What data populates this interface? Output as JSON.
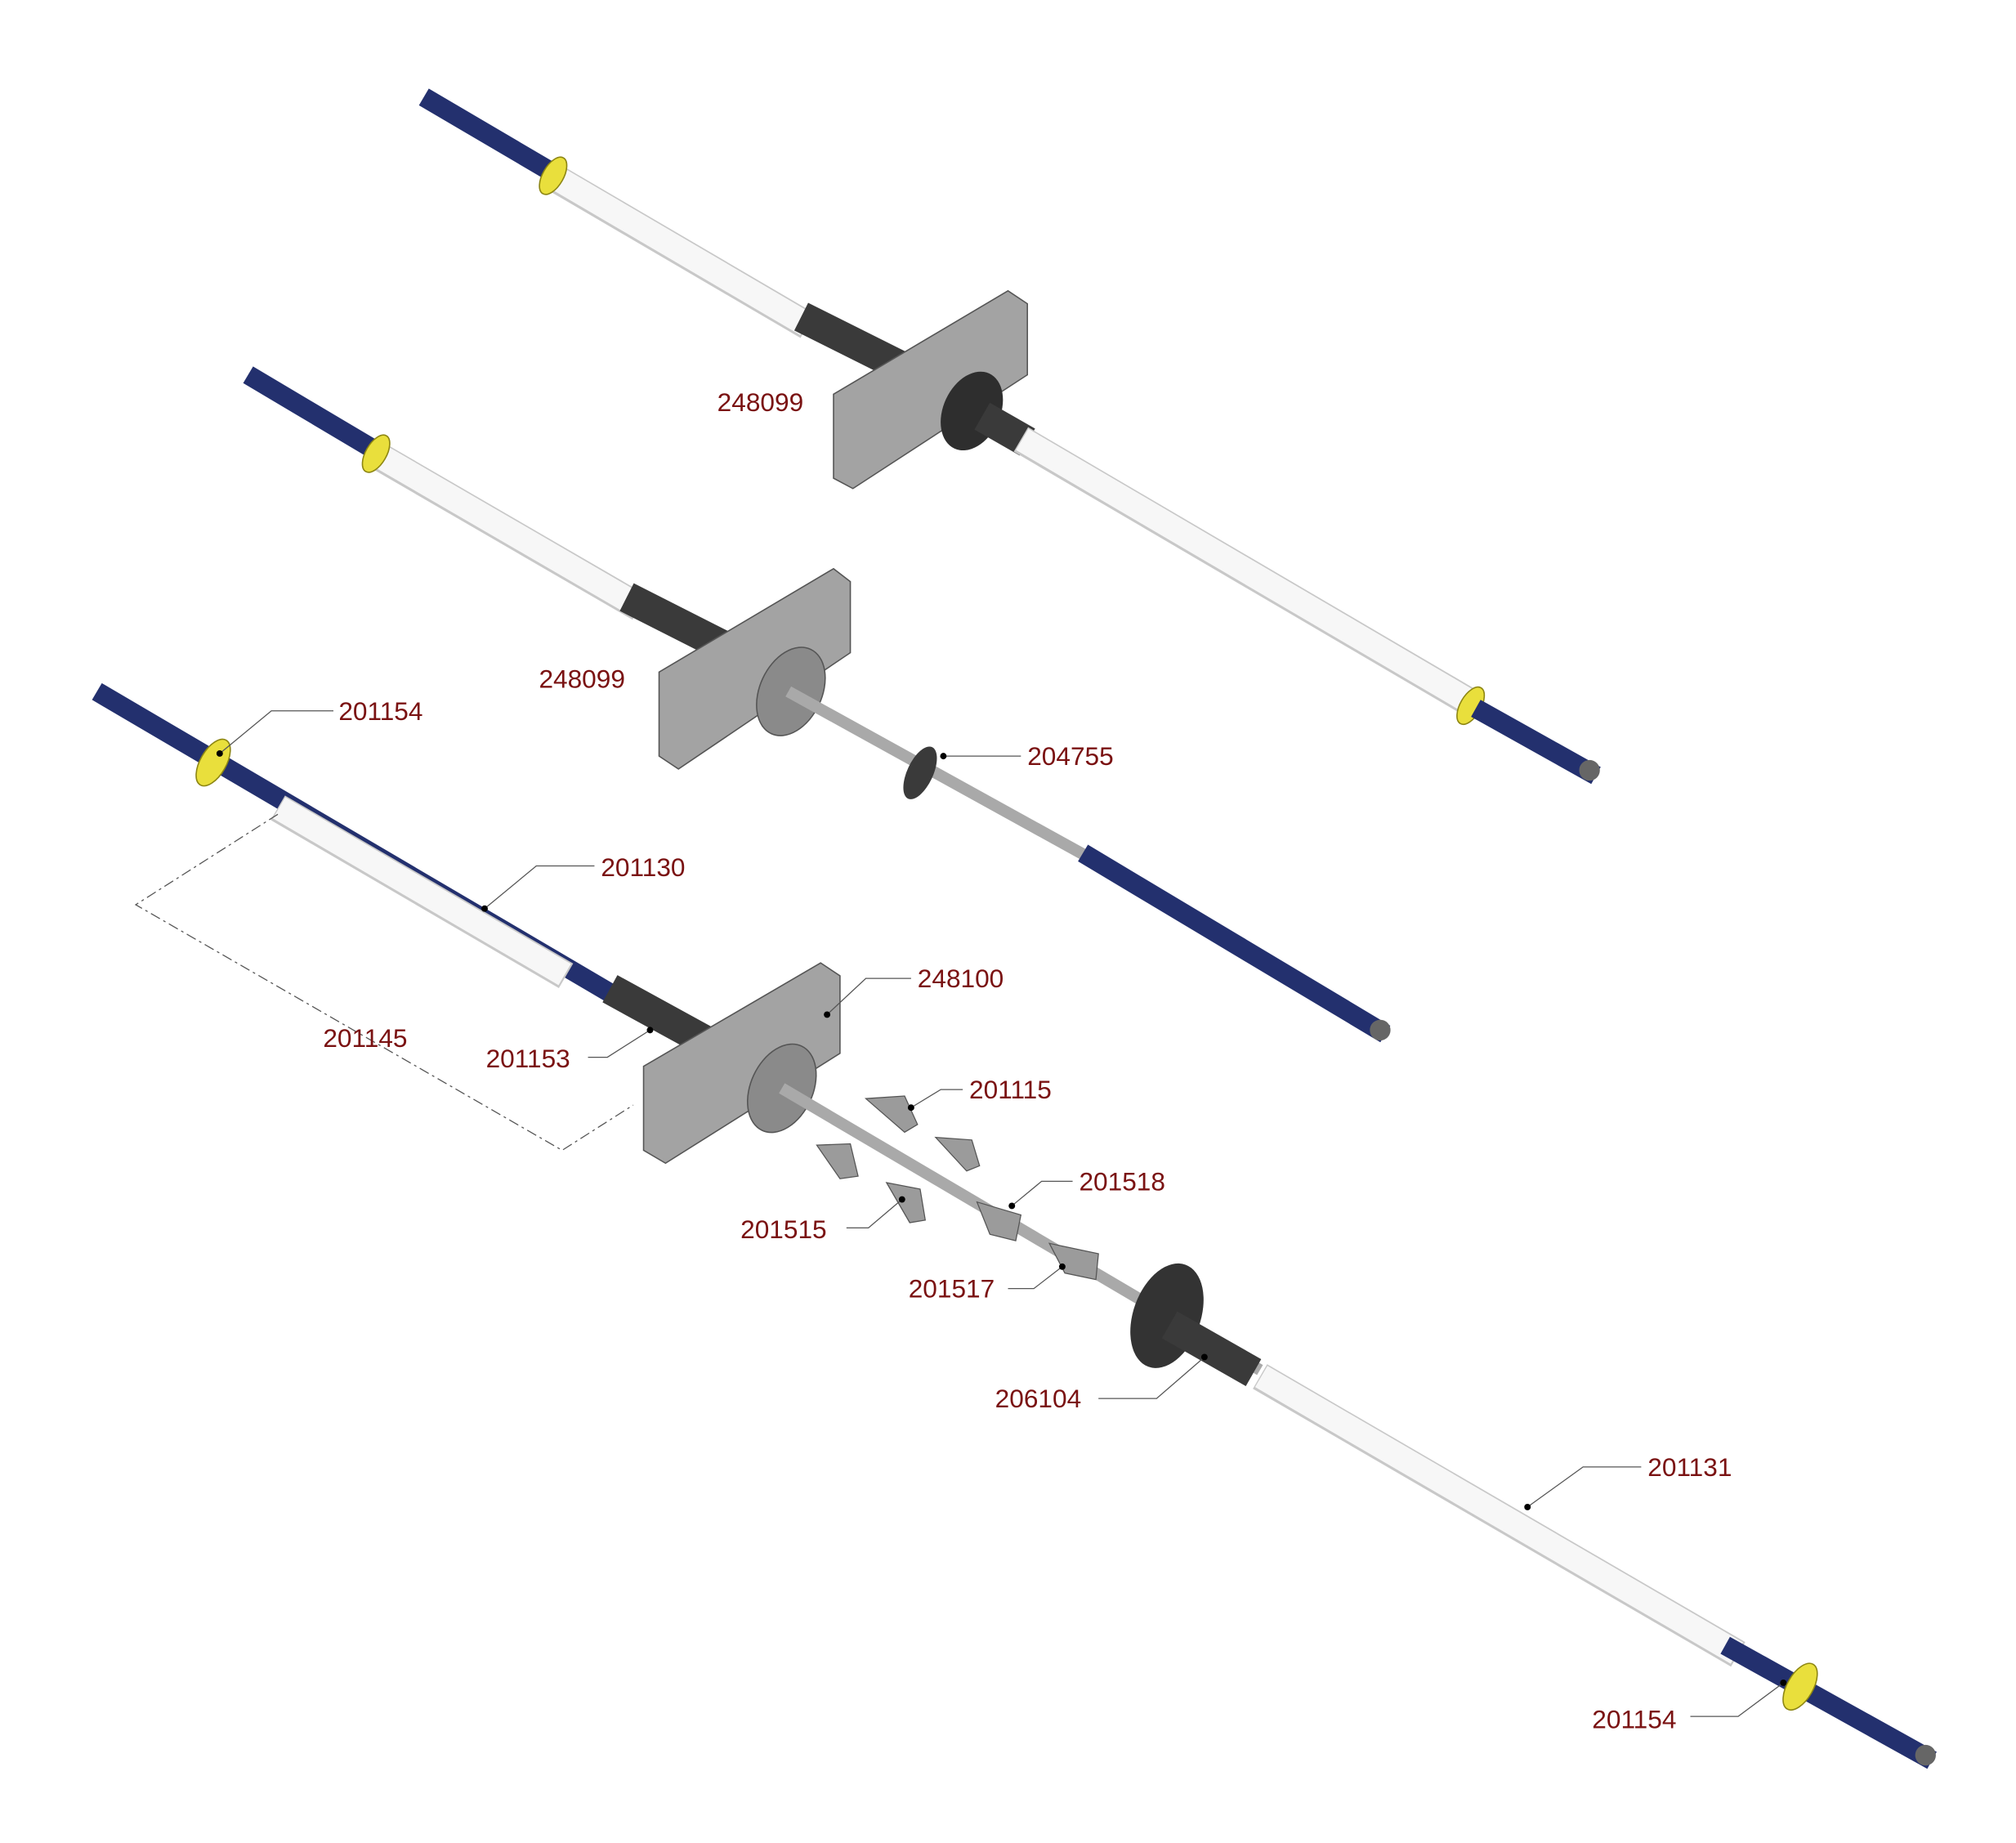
{
  "title": "Strand anchor assembly exploded view",
  "colors": {
    "label": "#7a1212",
    "rod": "#23306e",
    "collar": "#e9df3c",
    "sheath": "#f7f7f7",
    "plate": "#a3a3a3",
    "dark_part": "#3a3a3a"
  },
  "labels": {
    "a1_plate": "248099",
    "a2_plate": "248099",
    "a2_nut": "204755",
    "collar_top": "201154",
    "sheath_short": "201130",
    "plate_main": "248100",
    "length_dim": "201145",
    "sleeve": "201153",
    "wedge_a": "201115",
    "wedge_b": "201518",
    "wedge_c": "201515",
    "wedge_d": "201517",
    "trumpet": "206104",
    "sheath_long": "201131",
    "collar_bottom": "201154"
  }
}
